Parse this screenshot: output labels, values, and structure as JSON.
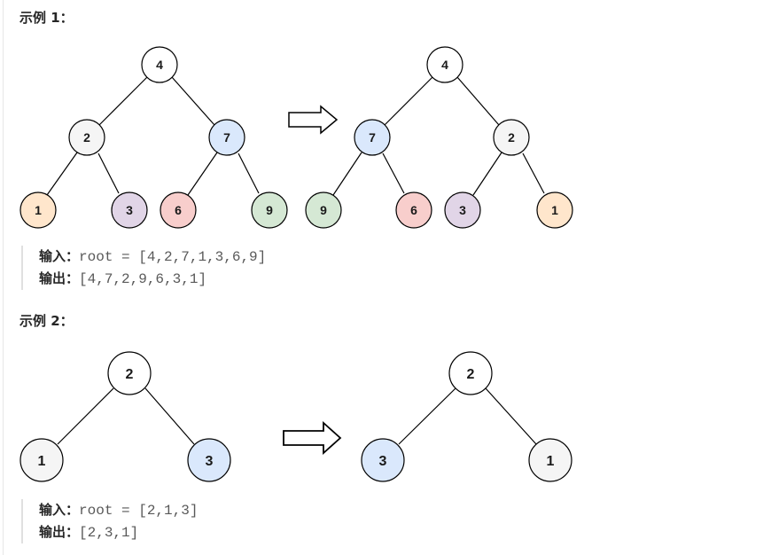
{
  "examples": [
    {
      "title": "示例 1：",
      "input_label": "输入：",
      "input_value": "root = [4,2,7,1,3,6,9]",
      "output_label": "输出：",
      "output_value": "[4,7,2,9,6,3,1]",
      "trees": {
        "before": [
          "4",
          "2",
          "7",
          "1",
          "3",
          "6",
          "9"
        ],
        "after": [
          "4",
          "7",
          "2",
          "9",
          "6",
          "3",
          "1"
        ]
      }
    },
    {
      "title": "示例 2：",
      "input_label": "输入：",
      "input_value": "root = [2,1,3]",
      "output_label": "输出：",
      "output_value": "[2,3,1]",
      "trees": {
        "before": [
          "2",
          "1",
          "3"
        ],
        "after": [
          "2",
          "3",
          "1"
        ]
      }
    }
  ],
  "node_colors": {
    "1": "#ffe6cc",
    "2": "#f5f5f5",
    "3": "#e1d5e7",
    "4": "#ffffff",
    "6": "#f8cecc",
    "7": "#dae8fc",
    "9": "#d5e8d4"
  },
  "example2_node_colors": {
    "1": "#f5f5f5",
    "2": "#ffffff",
    "3": "#dae8fc"
  }
}
